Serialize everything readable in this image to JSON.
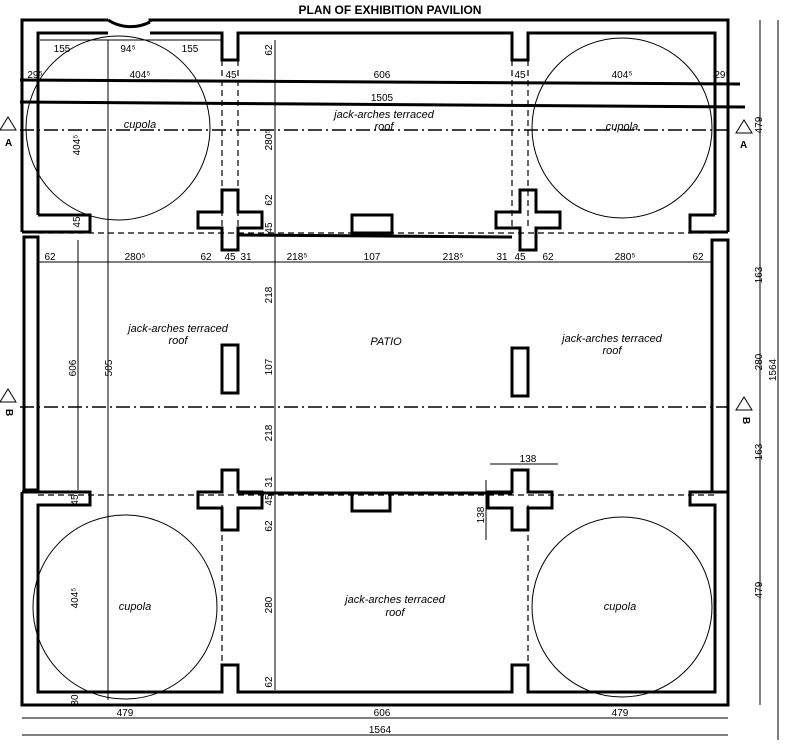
{
  "title": "PLAN OF EXHIBITION PAVILION",
  "rooms": {
    "cupola_tl": "cupola",
    "cupola_tr": "cupola",
    "cupola_bl": "cupola",
    "cupola_br": "cupola",
    "roof_top": [
      "jack-arches terraced",
      "roof"
    ],
    "roof_left": [
      "jack-arches terraced",
      "roof"
    ],
    "roof_right": [
      "jack-arches terraced",
      "roof"
    ],
    "roof_bottom": [
      "jack-arches terraced",
      "roof"
    ],
    "patio": "PATIO"
  },
  "section_markers": [
    "A",
    "A",
    "B",
    "B"
  ],
  "dimensions": [
    "155",
    "94⁵",
    "155",
    "29⁵",
    "404⁵",
    "45",
    "62",
    "606",
    "45",
    "404⁵",
    "29⁵",
    "1505",
    "404⁵",
    "280⁵",
    "62",
    "45",
    "45",
    "479",
    "62",
    "280⁵",
    "62",
    "45",
    "31",
    "218⁵",
    "107",
    "218⁵",
    "31",
    "45",
    "62",
    "280⁵",
    "62",
    "218",
    "107",
    "218",
    "31",
    "45",
    "62",
    "280",
    "62",
    "606",
    "505",
    "163",
    "280",
    "163",
    "1564",
    "479",
    "138",
    "138",
    "45",
    "404⁵",
    "30",
    "479",
    "606",
    "479",
    "1564"
  ]
}
